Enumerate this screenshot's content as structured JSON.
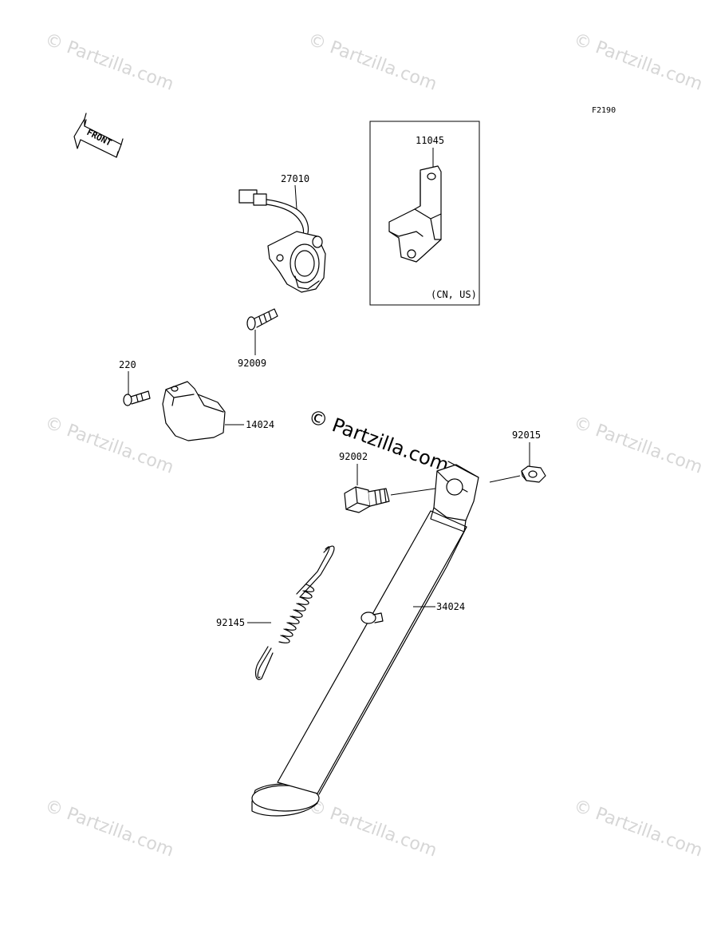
{
  "figure_code": "F2190",
  "front_label": "FRONT",
  "market_note": "(CN, US)",
  "watermark_text": "© Partzilla.com",
  "parts": {
    "p11045": "11045",
    "p27010": "27010",
    "p92009": "92009",
    "p220": "220",
    "p14024": "14024",
    "p92015": "92015",
    "p92002": "92002",
    "p92145": "92145",
    "p34024": "34024"
  }
}
